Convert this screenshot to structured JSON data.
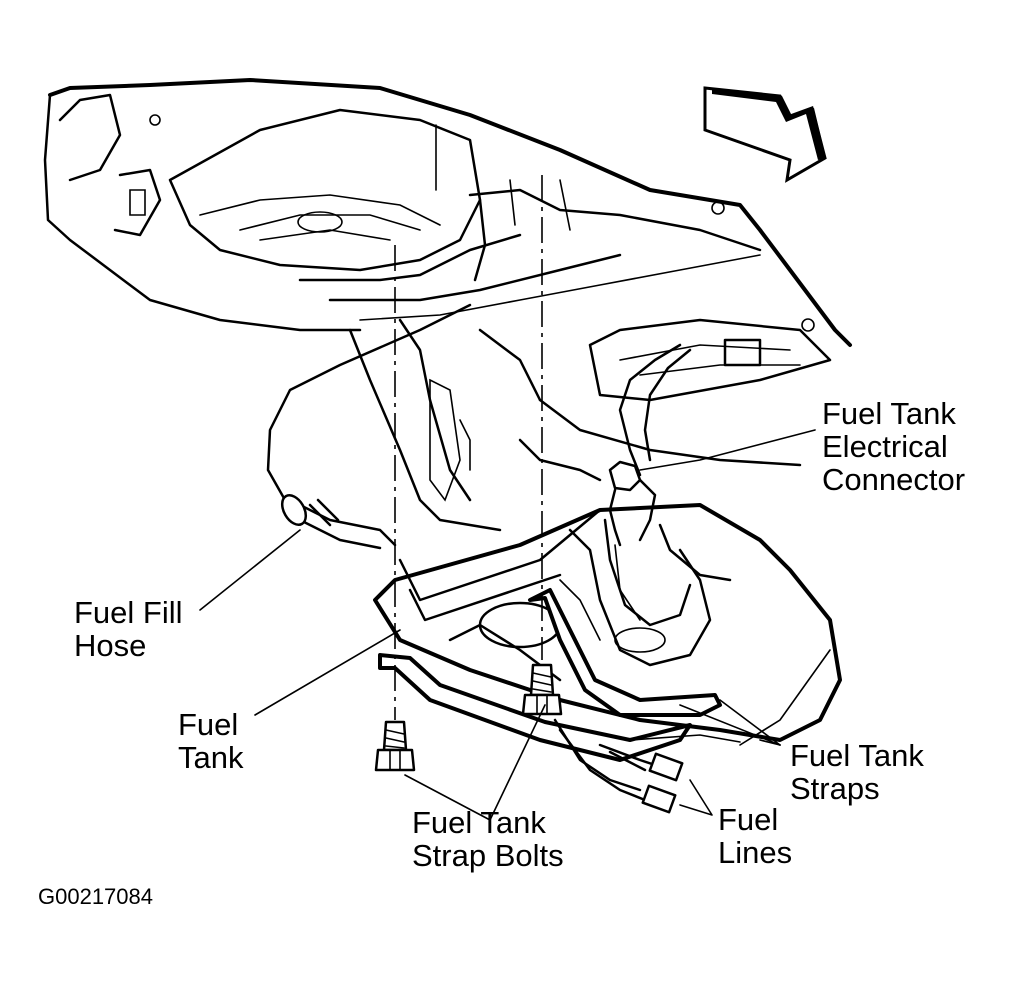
{
  "labels": {
    "electrical_connector": [
      "Fuel Tank",
      "Electrical",
      "Connector"
    ],
    "fill_hose": [
      "Fuel Fill",
      "Hose"
    ],
    "tank": [
      "Fuel",
      "Tank"
    ],
    "straps": [
      "Fuel Tank",
      "Straps"
    ],
    "strap_bolts": [
      "Fuel Tank",
      "Strap Bolts"
    ],
    "lines": [
      "Fuel",
      "Lines"
    ]
  },
  "figure_id": "G00217084",
  "colors": {
    "line": "#000000",
    "background": "#ffffff"
  },
  "icons": {
    "direction": "front-arrow-icon"
  }
}
